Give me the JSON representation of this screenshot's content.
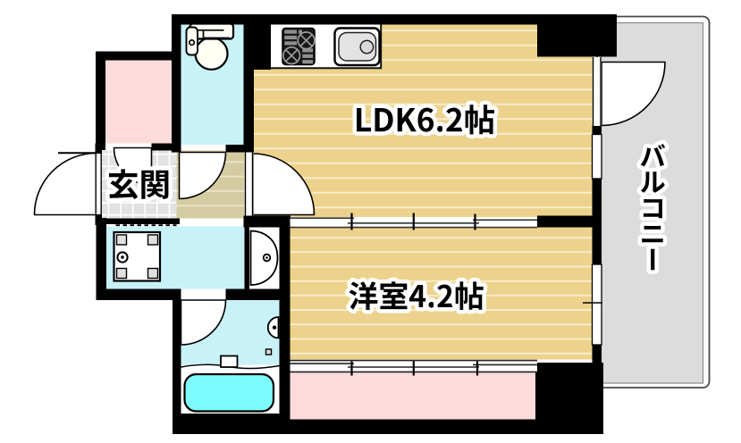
{
  "document": {
    "type": "floor-plan",
    "description_ja": "1LDKマンション間取り図",
    "description_en": "Japanese apartment floor plan (1LDK)"
  },
  "rooms": {
    "ldk": {
      "label": "LDK6.2帖",
      "name_en": "Living/Dining/Kitchen",
      "size_jo": 6.2
    },
    "yoshitsu": {
      "label": "洋室4.2帖",
      "name_en": "Western-style room",
      "size_jo": 4.2
    },
    "genkan": {
      "label": "玄関",
      "name_en": "Entrance"
    },
    "balcony": {
      "label": "バルコニー",
      "name_en": "Balcony"
    }
  },
  "fixtures": [
    {
      "name": "toilet",
      "icon": "toilet-icon"
    },
    {
      "name": "kitchen-gas-stove",
      "icon": "stove-icon"
    },
    {
      "name": "kitchen-sink",
      "icon": "sink-icon"
    },
    {
      "name": "washing-machine-pan",
      "icon": "washer-pan-icon"
    },
    {
      "name": "washroom-basin",
      "icon": "basin-icon"
    },
    {
      "name": "bathtub",
      "icon": "bathtub-icon"
    },
    {
      "name": "bathroom-sink",
      "icon": "basin-icon"
    }
  ],
  "colors": {
    "background": "#ffffff",
    "walls": "#000000",
    "wood_floor": "#ecd28c",
    "hall_floor": "#d4cca1",
    "tile_floor": "#e2e2e2",
    "wet_floor": "#c8f2f8",
    "closet_floor": "#fcdbdb",
    "balcony_floor": "#dcdcdc",
    "bathtub": "#7dfbfd"
  }
}
